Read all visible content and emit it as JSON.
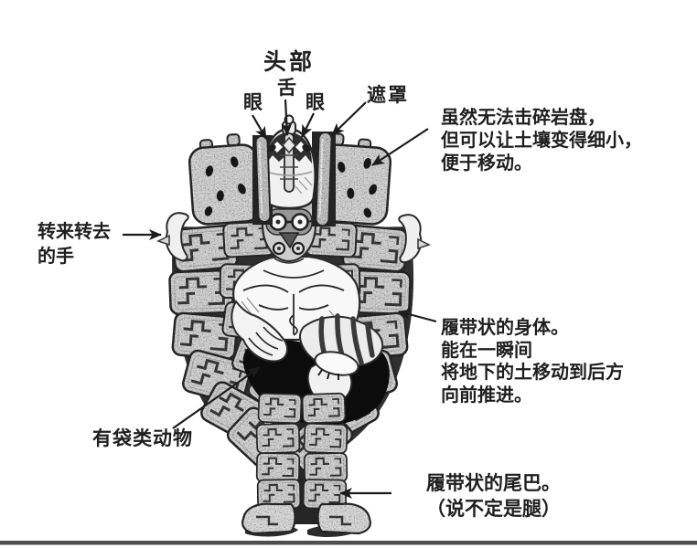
{
  "palette": {
    "ink": "#1c1c1c",
    "background": "#ffffff",
    "stone_gray": "#d6d6d6",
    "shadow_gray": "#303030",
    "pouch_black": "#0c0c0c",
    "ground_line_gray": "#4e4e4e"
  },
  "labels": {
    "head": "头部",
    "tongue": "舌",
    "eye_left": "眼",
    "eye_right": "眼",
    "cover": "遮罩",
    "hands": {
      "lines": [
        "转来转去",
        "的手"
      ]
    },
    "marsupial": "有袋类动物"
  },
  "notes": {
    "soil": {
      "lines": [
        "虽然无法击碎岩盘，",
        "但可以让土壤变得细小，",
        "便于移动。"
      ]
    },
    "body": {
      "lines": [
        "履带状的身体。",
        "能在一瞬间",
        "将地下的土移动到后方",
        "向前推进。"
      ]
    },
    "tail": {
      "lines": [
        "履带状的尾巴。",
        "（说不定是腿）"
      ]
    }
  },
  "icons": {
    "pointer_arrows": [
      "arrow-to-head-eye-left",
      "arrow-to-head-tongue",
      "arrow-to-head-eye-right",
      "arrow-to-cover",
      "arrow-to-shoulder-block",
      "arrow-to-rotating-hand",
      "arrow-to-track-body",
      "arrow-to-pouch",
      "arrow-to-track-tail"
    ]
  }
}
